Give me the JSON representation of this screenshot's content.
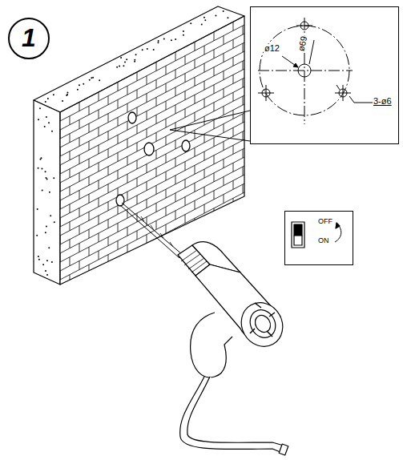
{
  "diagram": {
    "nodes": [
      {
        "text": [
          "1"
        ]
      },
      {
        "text": [
          "ø12",
          "ø69",
          "3-ø6"
        ]
      },
      {
        "text": [
          "OFF",
          "ON"
        ]
      }
    ]
  }
}
